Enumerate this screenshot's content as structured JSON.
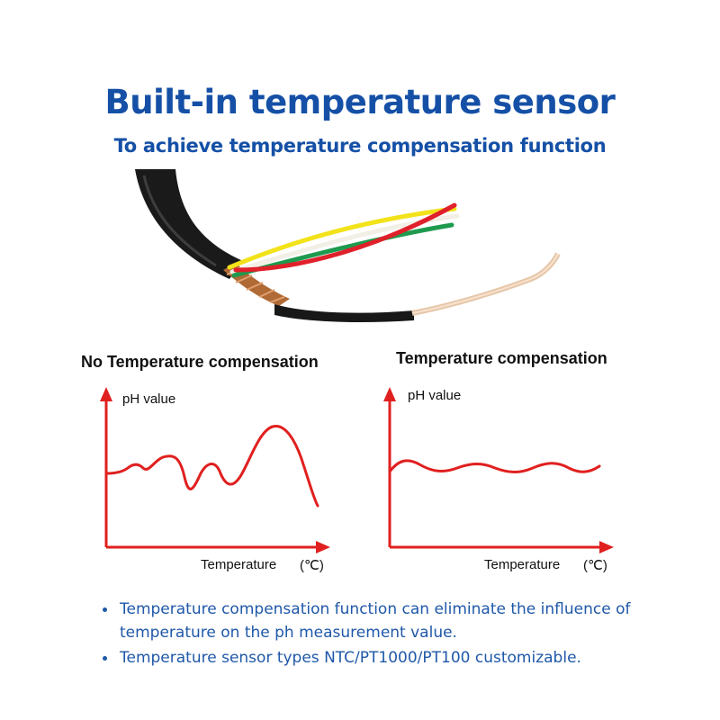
{
  "header": {
    "title": "Built-in temperature sensor",
    "subtitle": "To achieve temperature compensation function"
  },
  "panels": {
    "left": {
      "title": "No Temperature compensation",
      "y_label": "pH value",
      "x_label": "Temperature",
      "x_unit": "(℃)"
    },
    "right": {
      "title": "Temperature compensation",
      "y_label": "pH value",
      "x_label": "Temperature",
      "x_unit": "(℃)"
    }
  },
  "bullets": [
    "Temperature compensation function can eliminate the influence of temperature on the ph measurement value.",
    "Temperature sensor types NTC/PT1000/PT100 customizable."
  ],
  "colors": {
    "heading": "#1550a6",
    "bullet_text": "#1f58a9",
    "curve": "#e0201f",
    "wire_yellow": "#f2e21a",
    "wire_green": "#1e9a4e",
    "wire_red": "#e0202a",
    "wire_white": "#f2efe6"
  }
}
